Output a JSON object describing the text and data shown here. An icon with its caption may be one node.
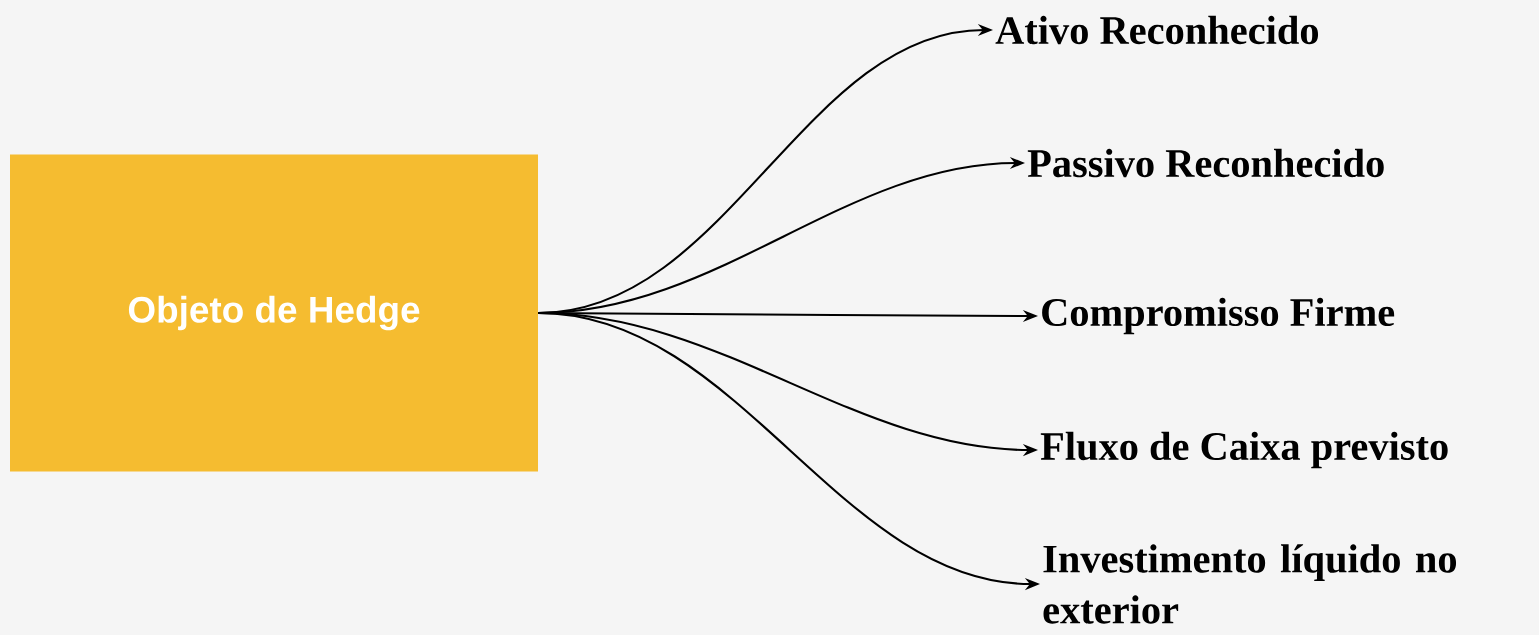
{
  "diagram": {
    "nodes": [
      {
        "text": [
          "Objeto de Hedge"
        ]
      },
      {
        "text": [
          "Ativo Reconhecido"
        ]
      },
      {
        "text": [
          "Passivo Reconhecido"
        ]
      },
      {
        "text": [
          "Compromisso Firme"
        ]
      },
      {
        "text": [
          "Fluxo de Caixa previsto"
        ]
      },
      {
        "text": [
          "Investimento líquido no exterior"
        ]
      }
    ],
    "edges": [
      {
        "from": 0,
        "to": 1,
        "arrow": "to"
      },
      {
        "from": 0,
        "to": 2,
        "arrow": "to"
      },
      {
        "from": 0,
        "to": 3,
        "arrow": "to"
      },
      {
        "from": 0,
        "to": 4,
        "arrow": "to"
      },
      {
        "from": 0,
        "to": 5,
        "arrow": "to"
      }
    ]
  }
}
